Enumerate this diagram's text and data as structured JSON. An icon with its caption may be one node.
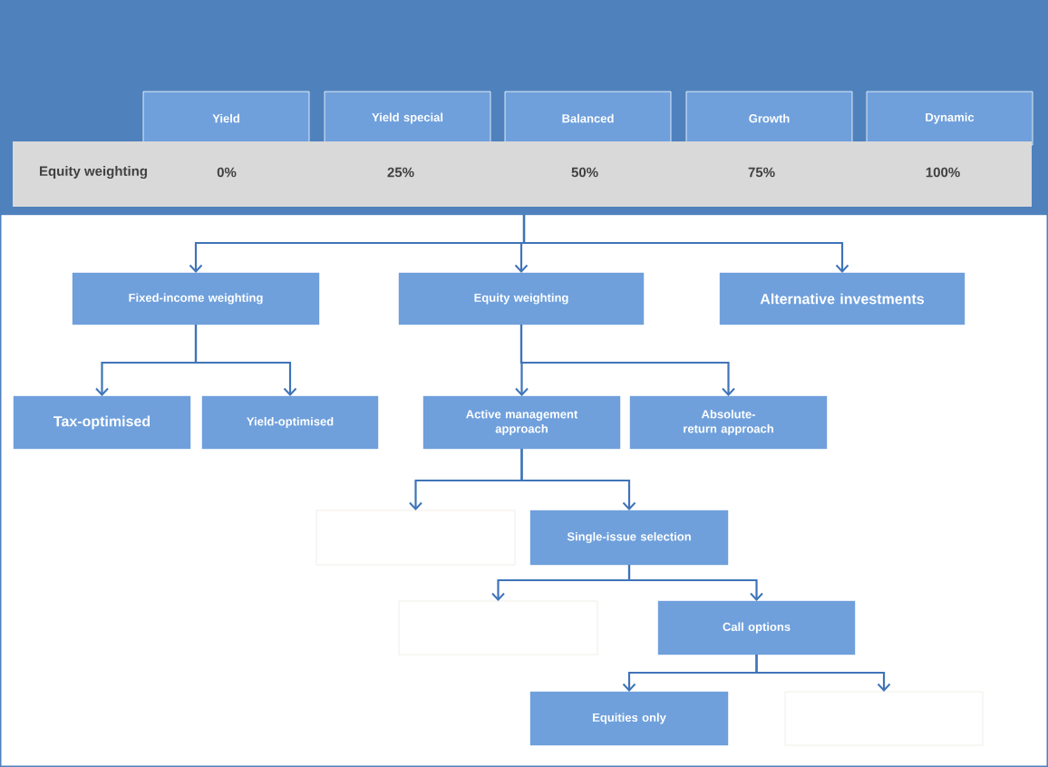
{
  "diagram": {
    "nodes": [
      {
        "text": [],
        "shape": "box"
      },
      {
        "text": [
          "Yield"
        ],
        "in": 0
      },
      {
        "text": [
          "Yield special"
        ],
        "in": 0
      },
      {
        "text": [
          "Balanced"
        ],
        "in": 0
      },
      {
        "text": [
          "Growth"
        ],
        "in": 0
      },
      {
        "text": [
          "Dynamic"
        ],
        "in": 0
      },
      {
        "text": [
          "Equity weighting",
          "0%",
          "25%",
          "50%",
          "75%",
          "100%"
        ],
        "in": 0
      },
      {
        "text": [
          "Fixed-income weighting"
        ]
      },
      {
        "text": [
          "Equity weighting"
        ]
      },
      {
        "text": [
          "Alternative investments"
        ]
      },
      {
        "text": [
          "Tax-optimised"
        ]
      },
      {
        "text": [
          "Yield-optimised"
        ]
      },
      {
        "text": [
          "Active management approach"
        ]
      },
      {
        "text": [
          "Absolute-return approach"
        ]
      },
      {
        "text": [],
        "shape": "box"
      },
      {
        "text": [
          "Single-issue selection"
        ]
      },
      {
        "text": [],
        "shape": "box"
      },
      {
        "text": [
          "Call options"
        ]
      },
      {
        "text": [
          "Equities only"
        ]
      },
      {
        "text": [],
        "shape": "box"
      }
    ],
    "edges": [
      {
        "from": 0,
        "to": 7,
        "arrow": "to"
      },
      {
        "from": 0,
        "to": 8,
        "arrow": "to"
      },
      {
        "from": 0,
        "to": 9,
        "arrow": "to"
      },
      {
        "from": 7,
        "to": 10,
        "arrow": "to"
      },
      {
        "from": 7,
        "to": 11,
        "arrow": "to"
      },
      {
        "from": 8,
        "to": 12,
        "arrow": "to"
      },
      {
        "from": 8,
        "to": 13,
        "arrow": "to"
      },
      {
        "from": 12,
        "to": 14,
        "arrow": "to"
      },
      {
        "from": 12,
        "to": 15,
        "arrow": "to"
      },
      {
        "from": 15,
        "to": 16,
        "arrow": "to"
      },
      {
        "from": 15,
        "to": 17,
        "arrow": "to"
      },
      {
        "from": 17,
        "to": 18,
        "arrow": "to"
      },
      {
        "from": 17,
        "to": 19,
        "arrow": "to"
      }
    ]
  }
}
